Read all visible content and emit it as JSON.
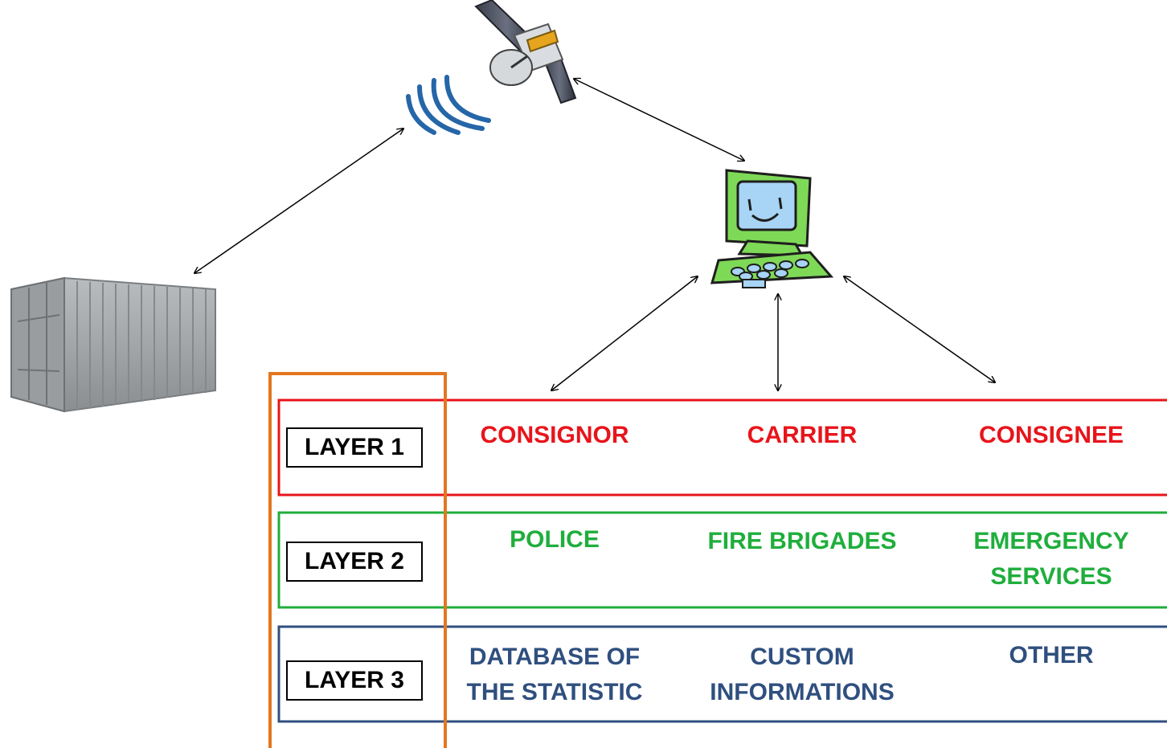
{
  "colors": {
    "layer1": "#e8141b",
    "layer2": "#1fae3c",
    "layer3": "#2f4f7f",
    "highlight": "#e3761f",
    "arrow": "#000000"
  },
  "nodes": {
    "container": "shipping-container-icon",
    "satellite": "satellite-icon",
    "signal": "signal-waves-icon",
    "computer": "computer-icon"
  },
  "layers": [
    {
      "label": "LAYER 1",
      "cells": [
        [
          "CONSIGNOR"
        ],
        [
          "CARRIER"
        ],
        [
          "CONSIGNEE"
        ]
      ]
    },
    {
      "label": "LAYER 2",
      "cells": [
        [
          "POLICE"
        ],
        [
          "FIRE BRIGADES"
        ],
        [
          "EMERGENCY",
          "SERVICES"
        ]
      ]
    },
    {
      "label": "LAYER 3",
      "cells": [
        [
          "DATABASE OF",
          "THE STATISTIC"
        ],
        [
          "CUSTOM",
          "INFORMATIONS"
        ],
        [
          "OTHER"
        ]
      ]
    }
  ]
}
